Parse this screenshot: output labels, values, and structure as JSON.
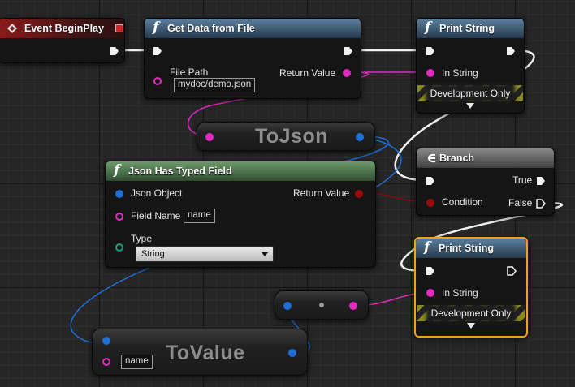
{
  "nodes": {
    "event_begin_play": {
      "title": "Event BeginPlay"
    },
    "get_data_from_file": {
      "title": "Get Data from File",
      "file_path_label": "File Path",
      "file_path_value": "mydoc/demo.json",
      "return_value_label": "Return Value"
    },
    "print_string_1": {
      "title": "Print String",
      "in_string_label": "In String",
      "dev_only_label": "Development Only"
    },
    "to_json": {
      "title": "ToJson"
    },
    "branch": {
      "title": "Branch",
      "true_label": "True",
      "false_label": "False",
      "condition_label": "Condition"
    },
    "json_has_typed_field": {
      "title": "Json Has Typed Field",
      "json_object_label": "Json Object",
      "return_value_label": "Return Value",
      "field_name_label": "Field Name",
      "field_name_value": "name",
      "type_label": "Type",
      "type_selected": "String"
    },
    "print_string_2": {
      "title": "Print String",
      "in_string_label": "In String",
      "dev_only_label": "Development Only"
    },
    "to_value": {
      "title": "ToValue",
      "field_value": "name"
    }
  },
  "colors": {
    "exec_wire": "#f2f2f2",
    "string_pin": "#e02ac0",
    "object_pin": "#1e6fd6",
    "bool_pin": "#9a0a0a",
    "selected_outline": "#f0a020"
  }
}
